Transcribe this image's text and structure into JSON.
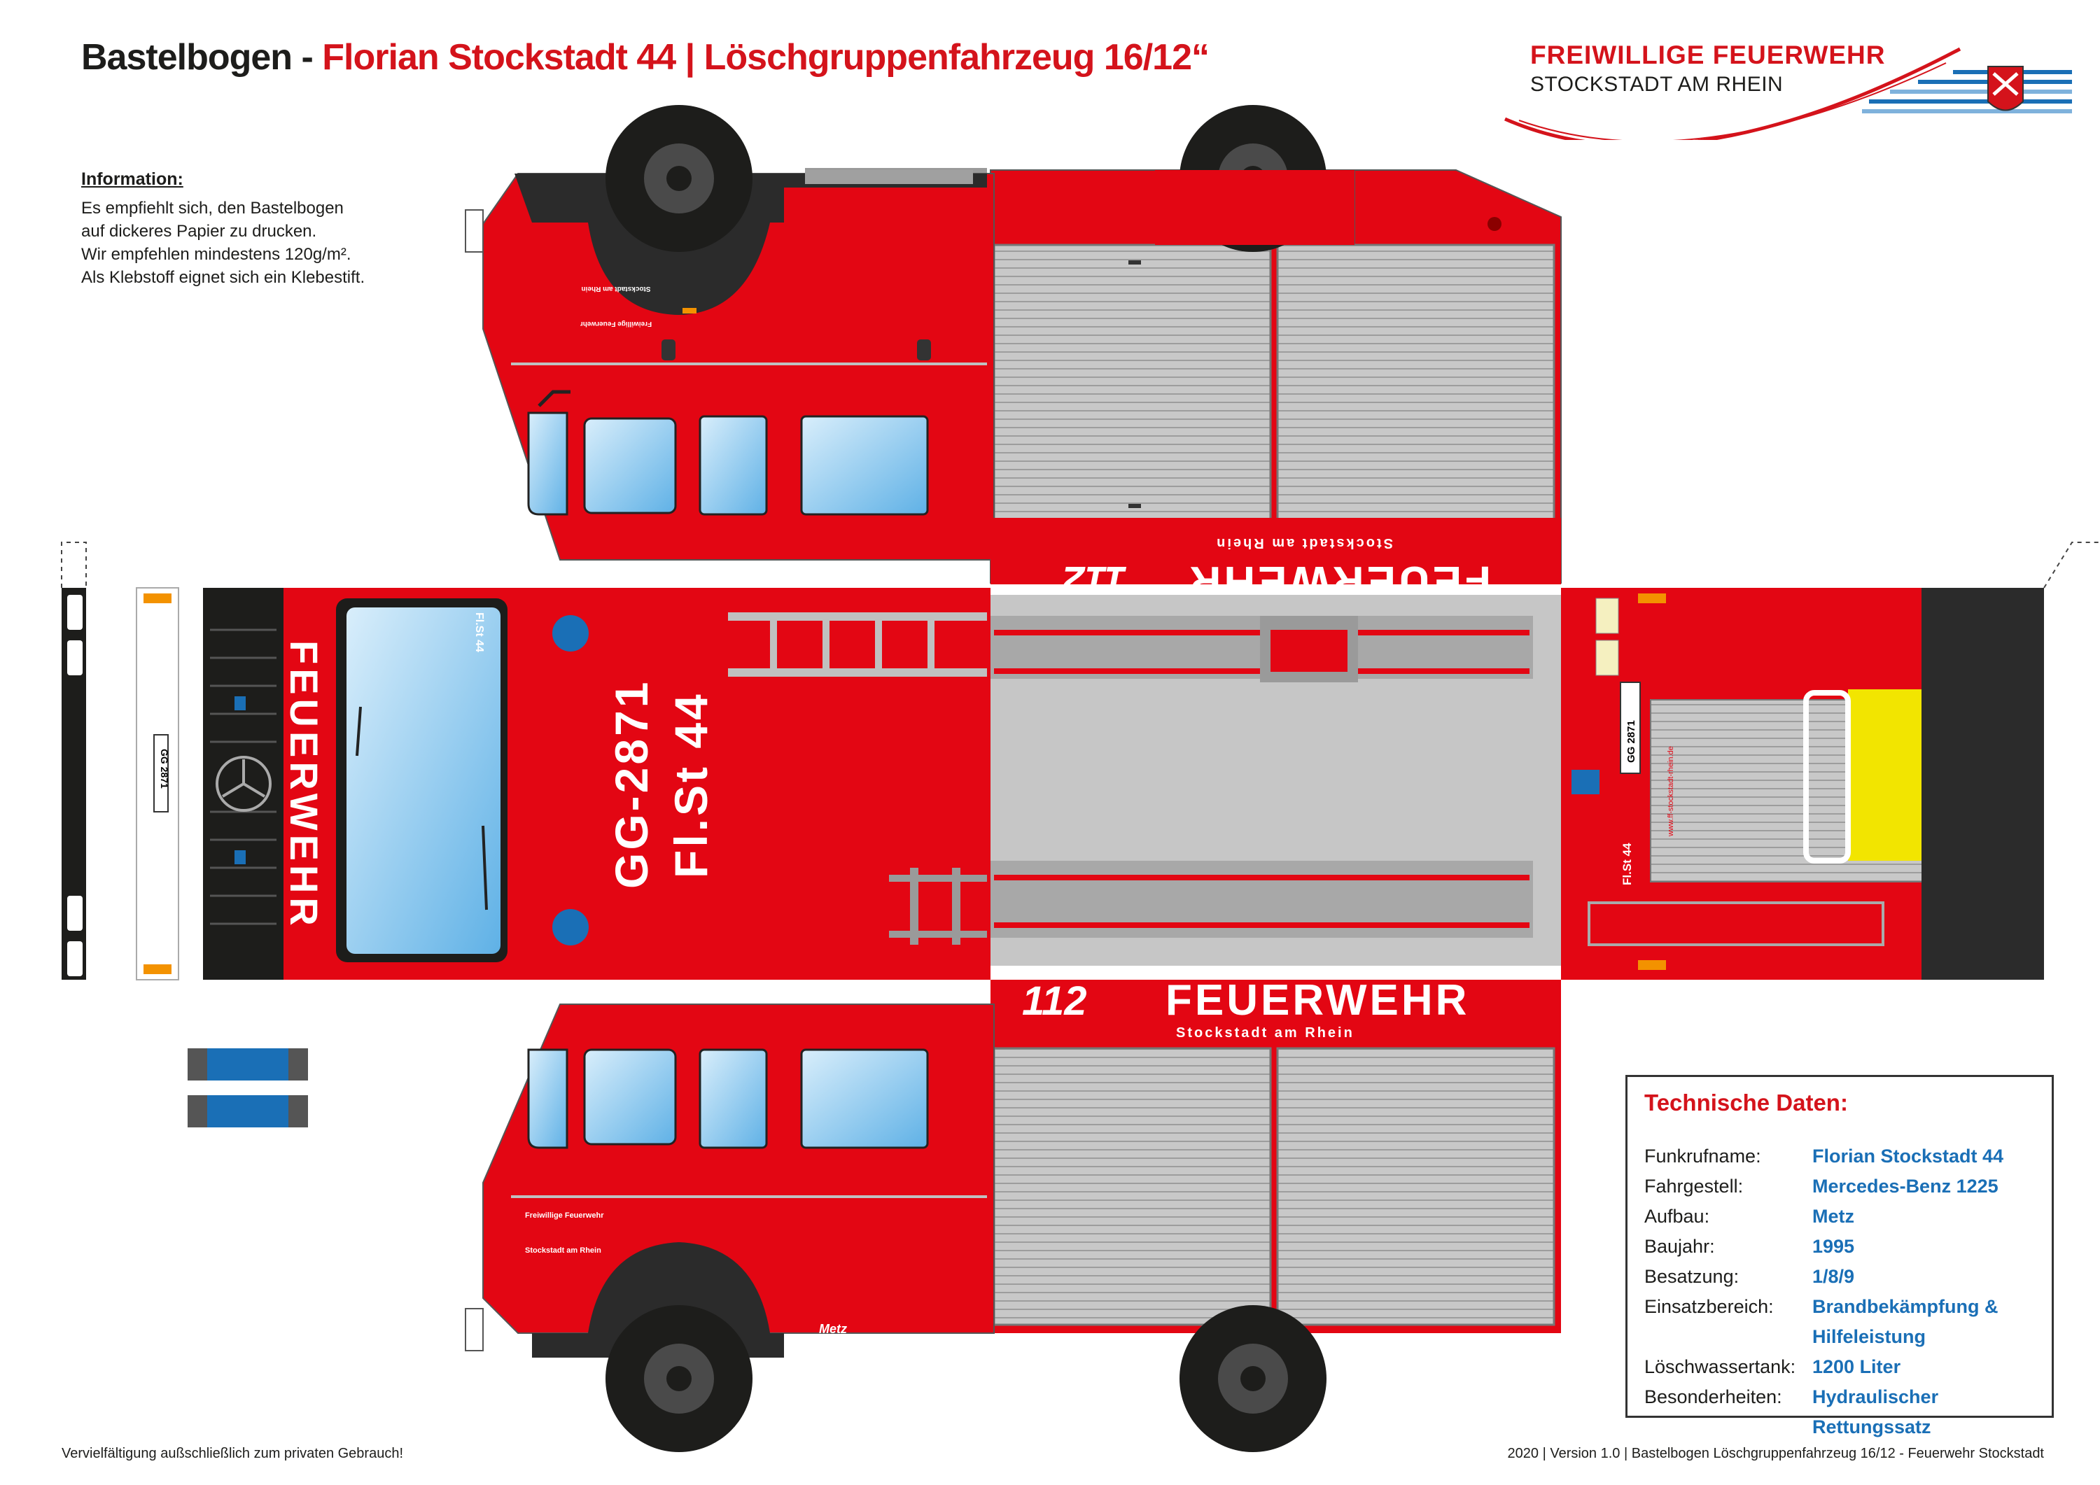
{
  "header": {
    "prefix": "Bastelbogen -",
    "title": "Florian Stockstadt 44 | Löschgruppenfahrzeug 16/12“"
  },
  "logo": {
    "title": "FREIWILLIGE FEUERWEHR",
    "subtitle": "STOCKSTADT AM RHEIN"
  },
  "info": {
    "title": "Information:",
    "lines": [
      "Es empfiehlt sich, den Bastelbogen",
      "auf dickeres Papier zu drucken.",
      "Wir empfehlen mindestens 120g/m².",
      "Als Klebstoff eignet sich ein Klebestift."
    ]
  },
  "truck": {
    "feuerwehr": "FEUERWEHR",
    "emergency": "112",
    "town": "Stockstadt am Rhein",
    "plate": "GG-2871",
    "callsign": "Fl.St 44",
    "plate_small": "GG 2871",
    "callsign_small": "Fl.St 44",
    "door_line1": "Freiwillige Feuerwehr",
    "door_line2": "Stockstadt am Rhein",
    "brand": "Metz",
    "website": "www.ff-stockstadt-rhein.de"
  },
  "tech": {
    "title": "Technische Daten:",
    "rows": [
      {
        "key": "Funkrufname:",
        "value": "Florian Stockstadt 44"
      },
      {
        "key": "Fahrgestell:",
        "value": "Mercedes-Benz 1225"
      },
      {
        "key": "Aufbau:",
        "value": "Metz"
      },
      {
        "key": "Baujahr:",
        "value": "1995"
      },
      {
        "key": "Besatzung:",
        "value": "1/8/9"
      },
      {
        "key": "Einsatzbereich:",
        "value": "Brandbekämpfung & Hilfeleistung"
      },
      {
        "key": "Löschwassertank:",
        "value": "1200 Liter"
      },
      {
        "key": "Besonderheiten:",
        "value": "Hydraulischer Rettungssatz"
      }
    ]
  },
  "footer": {
    "left": "Vervielfältigung außschließlich zum privaten Gebrauch!",
    "right": "2020 | Version 1.0 | Bastelbogen Löschgruppenfahrzeug 16/12 - Feuerwehr Stockstadt"
  },
  "colors": {
    "red": "#e30613",
    "dark": "#1d1d1b",
    "grey": "#c6c6c6",
    "glass": "#8cc8ee",
    "blue": "#1a6fb6"
  }
}
